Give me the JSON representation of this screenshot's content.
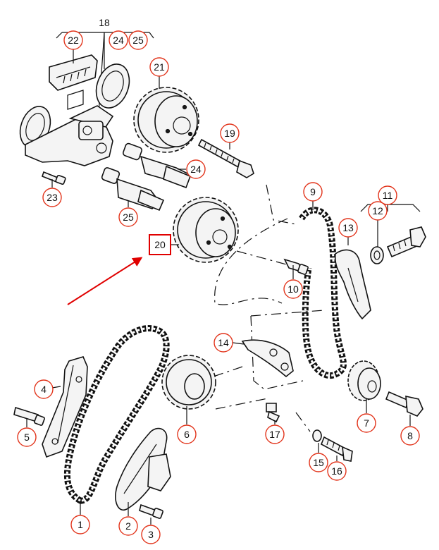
{
  "callouts": {
    "c1": "1",
    "c2": "2",
    "c3": "3",
    "c4": "4",
    "c5": "5",
    "c6": "6",
    "c7": "7",
    "c8": "8",
    "c9": "9",
    "c10": "10",
    "c11": "11",
    "c12": "12",
    "c13": "13",
    "c14": "14",
    "c15": "15",
    "c16": "16",
    "c17": "17",
    "c18": "18",
    "c19": "19",
    "c20": "20",
    "c21": "21",
    "c22": "22",
    "c23": "23",
    "c24a": "24",
    "c24b": "24",
    "c25a": "25",
    "c25b": "25"
  },
  "highlight": {
    "color": "#e00000",
    "target": "20"
  },
  "colors": {
    "callout_ring": "#e2331a",
    "arrow": "#e00000",
    "ink": "#111111"
  }
}
